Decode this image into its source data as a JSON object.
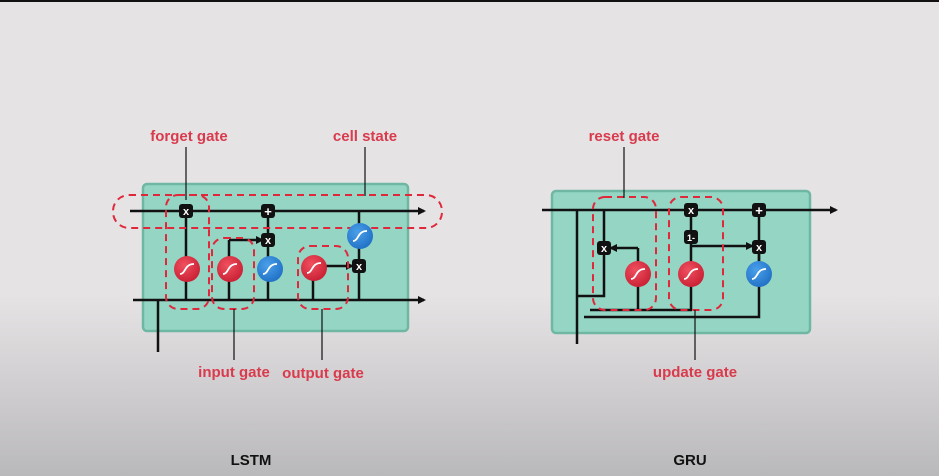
{
  "lstm": {
    "title": "LSTM",
    "labels": {
      "forget_gate": "forget gate",
      "cell_state": "cell state",
      "input_gate": "input gate",
      "output_gate": "output gate"
    }
  },
  "gru": {
    "title": "GRU",
    "labels": {
      "reset_gate": "reset gate",
      "update_gate": "update gate"
    }
  },
  "symbols": {
    "multiply": "x",
    "add": "+",
    "one_minus": "1-"
  },
  "colors": {
    "cell_fill": "#94d5c4",
    "cell_border": "#6fb7a3",
    "sigmoid": "#e0283c",
    "tanh": "#2f86d6",
    "label": "#d93a4c",
    "line": "#111111"
  }
}
